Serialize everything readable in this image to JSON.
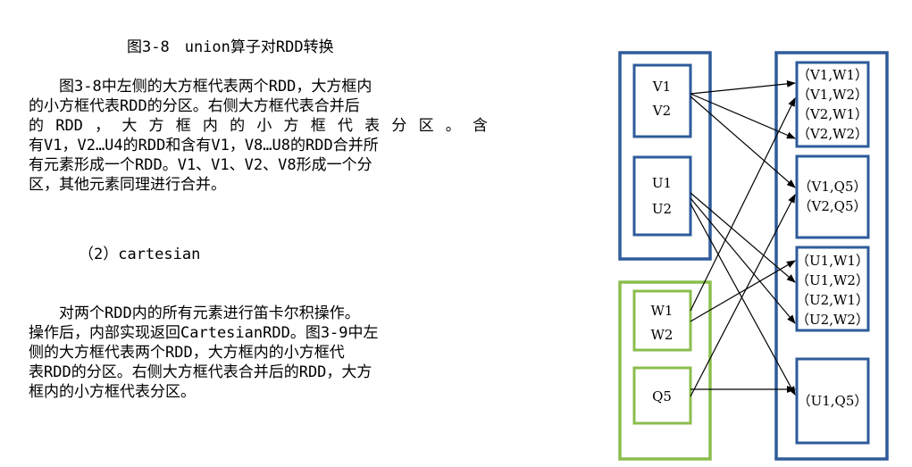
{
  "caption": "图3-8　union算子对RDD转换",
  "para1": [
    "　　图3-8中左侧的大方框代表两个RDD，大方框内",
    "的小方框代表RDD的分区。右侧大方框代表合并后",
    "的RDD，大方框内的小方框代表分区。含",
    "有V1，V2…U4的RDD和含有V1，V8…U8的RDD合并所",
    "有元素形成一个RDD。V1、V1、V2、V8形成一个分",
    "区，其他元素同理进行合并。"
  ],
  "heading2": "（2）cartesian",
  "para2": [
    "　　对两个RDD内的所有元素进行笛卡尔积操作。",
    "操作后，内部实现返回CartesianRDD。图3-9中左",
    "侧的大方框代表两个RDD，大方框内的小方框代",
    "表RDD的分区。右侧大方框代表合并后的RDD，大方",
    "框内的小方框代表分区。"
  ],
  "diagram": {
    "colors": {
      "blue": "#2e5b9a",
      "green": "#8bbd4e",
      "arrow": "#000000"
    },
    "left_rdd1": {
      "partitions": [
        [
          "V1",
          "V2"
        ],
        [
          "U1",
          "U2"
        ]
      ]
    },
    "left_rdd2": {
      "partitions": [
        [
          "W1",
          "W2"
        ],
        [
          "Q5"
        ]
      ]
    },
    "right_rdd": {
      "partitions": [
        [
          "（V1,W1）",
          "（V1,W2）",
          "（V2,W1）",
          "（V2,W2）"
        ],
        [
          "（V1,Q5）",
          "（V2,Q5）"
        ],
        [
          "（U1,W1）",
          "（U1,W2）",
          "（U2,W1）",
          "（U2,W2）"
        ],
        [
          "（U1,Q5）"
        ]
      ]
    }
  }
}
